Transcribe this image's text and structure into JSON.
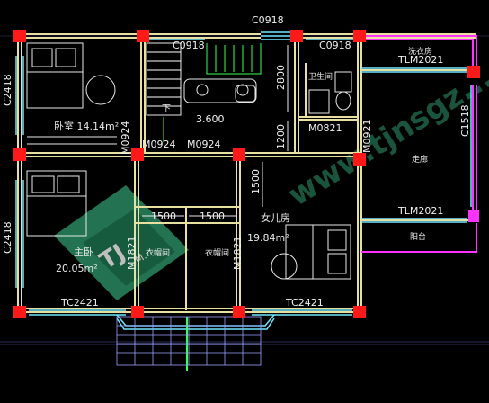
{
  "labels": {
    "c0918_top": "C0918",
    "c0918_stair": "C0918",
    "c0918_bath": "C0918",
    "c2418_left_top": "C2418",
    "c2418_left_bottom": "C2418",
    "c1518_right": "C1518",
    "room_bedroom": "卧室 14.14m²",
    "m0924_vertical": "M0924",
    "m0924_a": "M0924",
    "m0924_b": "M0924",
    "stair_down": "下",
    "level_3600": "3.600",
    "dim_2800": "2800",
    "dim_1200": "1200",
    "dim_1500_v": "1500",
    "dim_1500_a": "1500",
    "dim_1500_b": "1500",
    "bathroom": "卫生间",
    "m0821": "M0821",
    "m0921": "M0921",
    "room_laundry": "洗衣房",
    "tlm2021_top": "TLM2021",
    "tlm2021_bottom": "TLM2021",
    "corridor_right": "走廊",
    "balcony": "阳台",
    "daughter_room": "女儿房",
    "daughter_area": "19.84m²",
    "master_bedroom": "主卧",
    "master_area": "20.05m²",
    "closet_left": "衣帽间",
    "closet_right": "衣帽间",
    "m1821_left": "M1821",
    "m1821_right": "M1821",
    "tc2421_left": "TC2421",
    "tc2421_right": "TC2421",
    "watermark_url": "www.tjnsgz..."
  },
  "colors": {
    "wall": "#e8e0a0",
    "column": "#ff1a1a",
    "window": "#6ee8ff",
    "magenta": "#ff33ff",
    "green": "#33ff55",
    "watermark": "#3aa776"
  }
}
